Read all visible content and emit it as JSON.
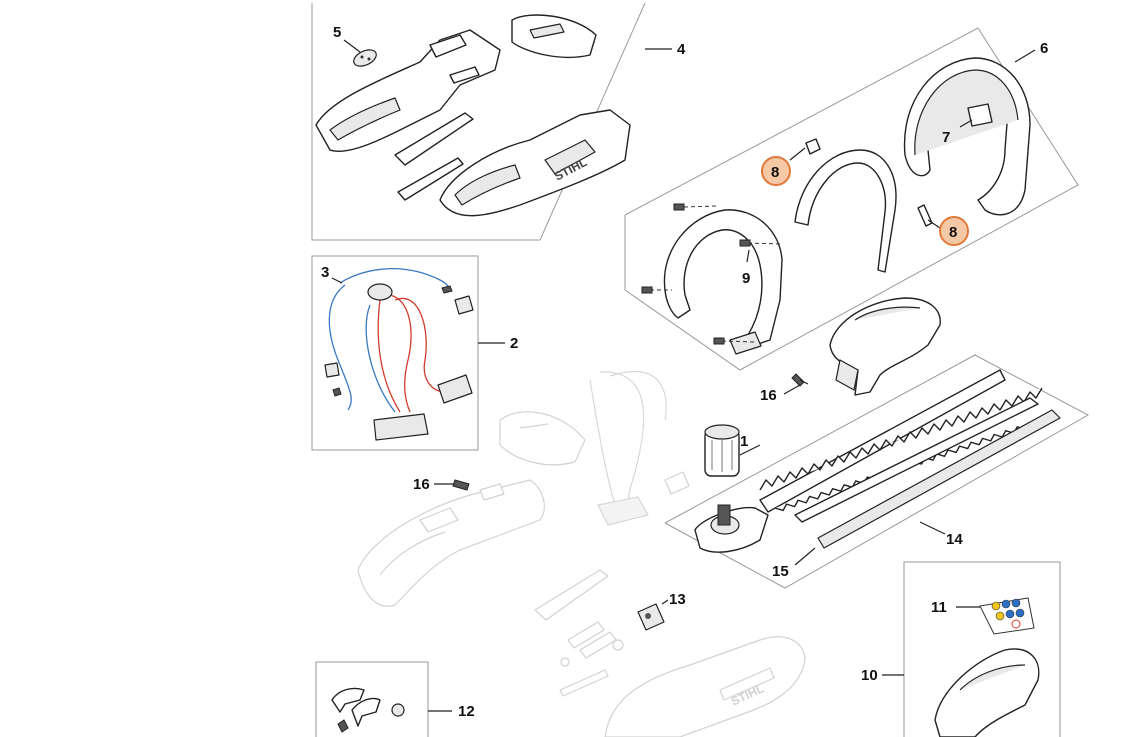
{
  "labels": {
    "p1": "1",
    "p2": "2",
    "p3": "3",
    "p4": "4",
    "p5": "5",
    "p6": "6",
    "p7": "7",
    "p8a": "8",
    "p8b": "8",
    "p9": "9",
    "p10": "10",
    "p11": "11",
    "p12": "12",
    "p13": "13",
    "p14": "14",
    "p15": "15",
    "p16a": "16",
    "p16b": "16"
  },
  "brand": {
    "housing": "STIHL",
    "ghost_housing": "STIHL"
  },
  "colors": {
    "highlight_fill": "#f6c9a6",
    "highlight_stroke": "#e07a3a",
    "wire_blue": "#3a78c2",
    "wire_red": "#d23b2b"
  },
  "highlighted_parts": [
    "8"
  ]
}
